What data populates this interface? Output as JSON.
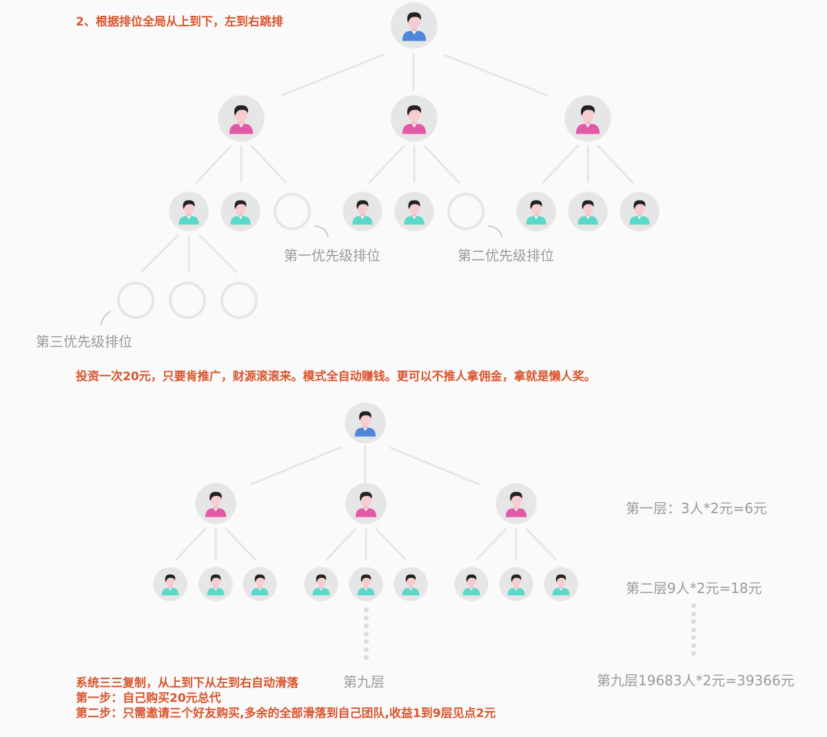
{
  "title_top": "2、根据排位全局从上到下，左到右跳排",
  "priority_labels": {
    "first": "第一优先级排位",
    "second": "第二优先级排位",
    "third": "第三优先级排位"
  },
  "slogan": "投资一次20元，只要肯推广，财源滚滚来。模式全自动赚钱。更可以不推人拿佣金，拿就是懒人奖。",
  "levels": {
    "level1": "第一层：3人*2元=6元",
    "level2": "第二层9人*2元=18元",
    "level9_column": "第九层",
    "level9_total": "第九层19683人*2元=39366元"
  },
  "notes": {
    "line1": "系统三三复制，从上到下从左到右自动滑落",
    "line2": "第一步：自己购买20元总代",
    "line3": "第二步：只需邀请三个好友购买,多余的全部滑落到自己团队,收益1到9层见点2元"
  },
  "colors": {
    "accent_text": "#d9542d",
    "label_gray": "#9a9a9a",
    "root_shirt": "#4f86d9",
    "level1_shirt": "#e25aa7",
    "level2_shirt": "#5ad8c9"
  }
}
